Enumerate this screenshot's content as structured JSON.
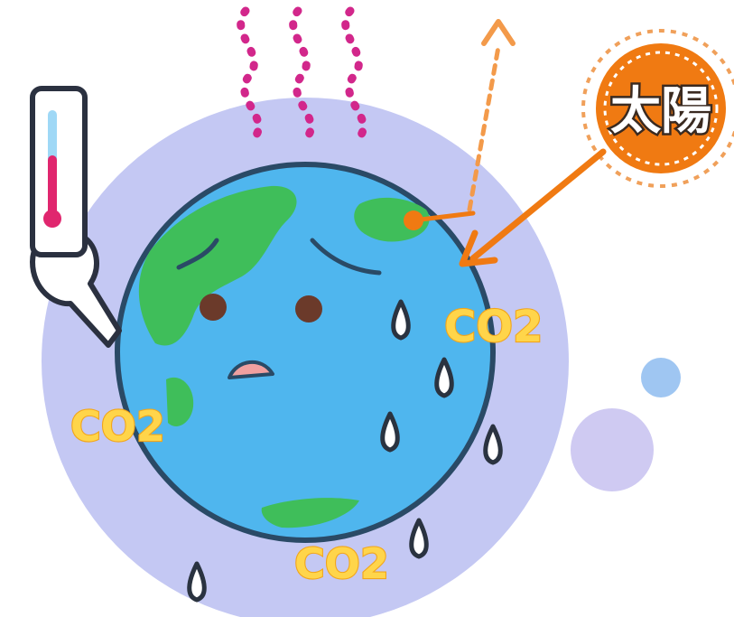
{
  "labels": {
    "sun": "太陽",
    "co2_left": "CO2",
    "co2_right": "CO2",
    "co2_bottom": "CO2"
  },
  "colors": {
    "atmosphere": "#c4c8f3",
    "ocean": "#4fb6ee",
    "land": "#3fbe5a",
    "outline": "#2a4a66",
    "sun": "#f07a12",
    "heat_waves": "#d2278b",
    "thermometer_fill": "#e0266e",
    "co2_fill": "#ffd54a",
    "bubble_blue": "#9fc6f2",
    "bubble_purple": "#cfcaf2"
  },
  "icons": {
    "thermometer": "thermometer-icon",
    "heat": "heat-waves-icon",
    "sun": "sun-icon",
    "sweat": "sweat-drop-icon"
  }
}
